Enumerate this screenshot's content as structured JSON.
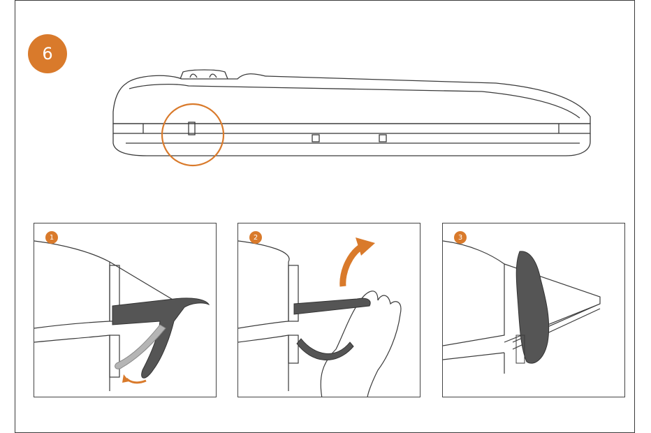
{
  "step": {
    "number": "6"
  },
  "panels": [
    {
      "badge": "1"
    },
    {
      "badge": "2"
    },
    {
      "badge": "3"
    }
  ],
  "colors": {
    "accent": "#d97a2b",
    "outline": "#3a3a3a",
    "latch_dark": "#555555",
    "latch_light": "#b5b5b5"
  }
}
